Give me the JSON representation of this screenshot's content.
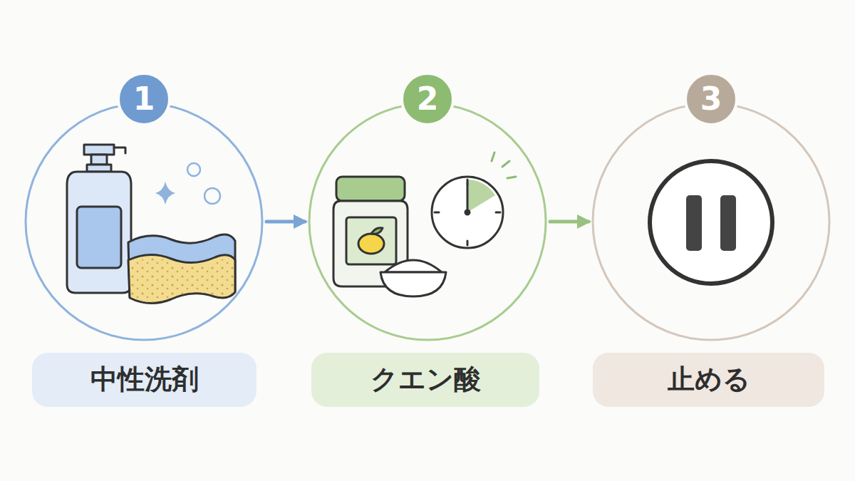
{
  "diagram": {
    "nodes": [
      {
        "text": [
          "1"
        ]
      },
      {
        "text": [
          "中性洗剤"
        ]
      },
      {
        "text": [
          "2"
        ]
      },
      {
        "text": [
          "クエン酸"
        ]
      },
      {
        "text": [
          "3"
        ]
      },
      {
        "text": [
          "止める"
        ]
      }
    ],
    "edges": [
      {
        "from": 0,
        "to": 2,
        "arrow": "to"
      },
      {
        "from": 2,
        "to": 4,
        "arrow": "to"
      }
    ]
  }
}
